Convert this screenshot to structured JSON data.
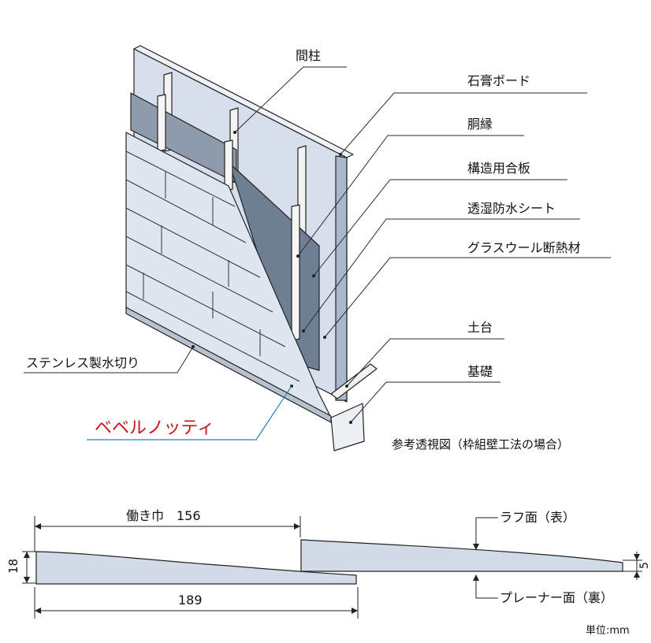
{
  "labels": {
    "stud": "間柱",
    "gypsum_board": "石膏ボード",
    "furring": "胴縁",
    "structural_plywood": "構造用合板",
    "moisture_sheet": "透湿防水シート",
    "glass_wool": "グラスウール断熱材",
    "sill": "土台",
    "foundation": "基礎",
    "stainless_flashing": "ステンレス製水切り",
    "product_name": "ベベルノッティ",
    "caption": "参考透視図（枠組壁工法の場合）"
  },
  "section": {
    "working_width": "働き巾　156",
    "total_width": "189",
    "thickness": "18",
    "edge_thickness": "5",
    "rough_face": "ラフ面（表）",
    "planer_face": "プレーナー面（裏）",
    "unit": "単位:mm"
  },
  "colors": {
    "wall_face": "#d2dce9",
    "sheet_dark": "#6f7f93",
    "label_line": "#2b2b2b",
    "product_red": "#c4161c",
    "product_line": "#1e88b4"
  }
}
